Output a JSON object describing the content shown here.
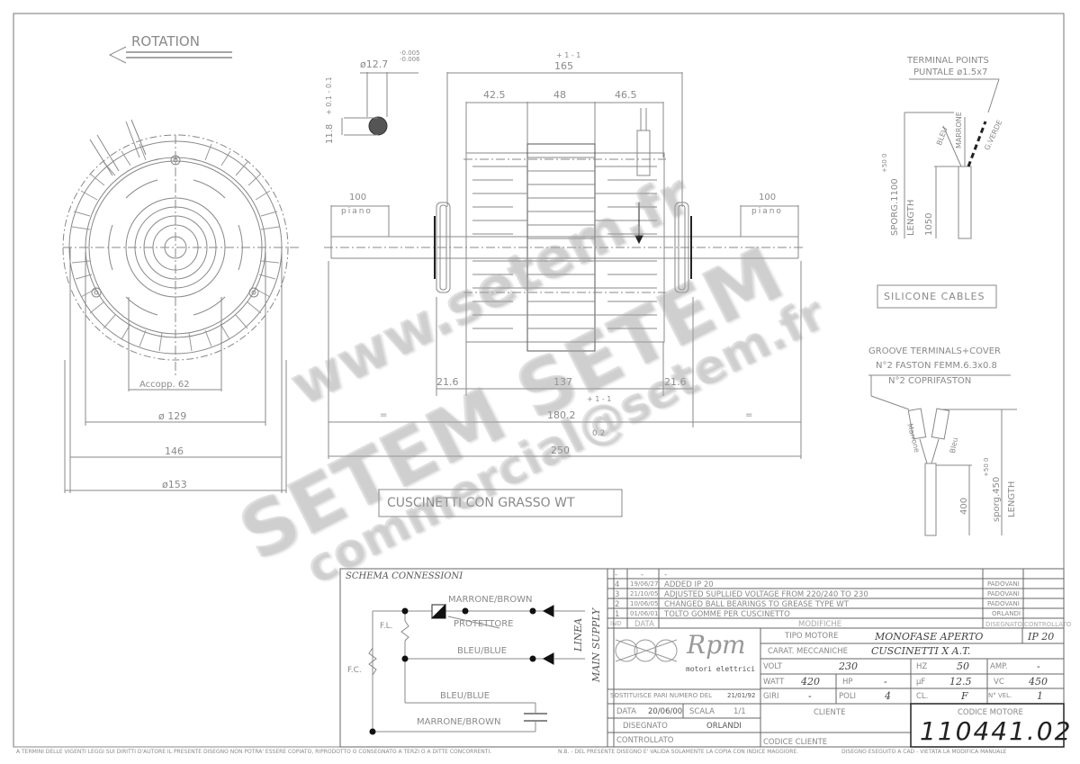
{
  "drawing": {
    "rotation_label": "ROTATION",
    "shaft": {
      "diameter": "ø12.7",
      "diameter_tol_upper": "-0.005",
      "diameter_tol_lower": "-0.006",
      "flat": "11.8",
      "flat_tol": "+ 0.1  - 0.1"
    },
    "dimensions_top": {
      "overall": "165",
      "overall_tol": "+ 1  - 1",
      "seg1": "42.5",
      "seg2": "48",
      "seg3": "46.5"
    },
    "flat_left": {
      "value": "100",
      "label": "piano"
    },
    "flat_right": {
      "value": "100",
      "label": "piano"
    },
    "dimensions_bottom": {
      "left_bearing": "21.6",
      "body": "137",
      "body_tol": "+ 1  - 1",
      "right_bearing": "21.6",
      "between": "180.2",
      "between_tol": "+ 1  - 1",
      "eq_left": "=",
      "eq_right": "=",
      "overall": "250",
      "overall_tol": "0.2"
    },
    "front_view": {
      "accopp": "Accopp. 62",
      "dia_129": "ø 129",
      "width_146": "146",
      "dia_153": "ø153"
    },
    "bearings_note": "CUSCINETTI CON GRASSO WT",
    "cable_top": {
      "title_line1": "TERMINAL POINTS",
      "title_line2": "PUNTALE ø1.5x7",
      "wires": [
        "BLEU",
        "MARRONE",
        "G.VERDE"
      ],
      "sporg": "SPORG.1100",
      "sporg_tol": "+50  0",
      "length_label": "LENGTH",
      "length_value": "1050"
    },
    "silicone_label": "SILICONE CABLES",
    "cable_bottom": {
      "title_line1": "GROOVE TERMINALS+COVER",
      "title_line2": "N°2 FASTON FEMM.6.3x0.8",
      "title_line3": "N°2 COPRIFASTON",
      "wires": [
        "Marrone",
        "Bleu"
      ],
      "value_400": "400",
      "sporg": "sporg.450",
      "sporg_tol": "+50  0",
      "length_label": "LENGTH"
    }
  },
  "schema": {
    "title": "SCHEMA CONNESSIONI",
    "labels": {
      "brown_top": "MARRONE/BROWN",
      "protector": "PROTETTORE",
      "blue_mid": "BLEU/BLUE",
      "blue_low": "BLEU/BLUE",
      "brown_low": "MARRONE/BROWN",
      "fl": "F.L.",
      "fc": "F.C.",
      "linea": "LINEA",
      "main_supply": "MAIN SUPPLY"
    }
  },
  "revisions": {
    "rows": [
      {
        "ind": "-",
        "date": "-",
        "desc": "-",
        "drawn": "-",
        "checked": ""
      },
      {
        "ind": "4",
        "date": "19/06/27",
        "desc": "ADDED IP 20",
        "drawn": "PADOVANI",
        "checked": ""
      },
      {
        "ind": "3",
        "date": "21/10/05",
        "desc": "ADJUSTED SUPLLIED VOLTAGE FROM 220/240 TO 230",
        "drawn": "PADOVANI",
        "checked": ""
      },
      {
        "ind": "2",
        "date": "10/06/05",
        "desc": "CHANGED BALL BEARINGS TO GREASE TYPE WT",
        "drawn": "PADOVANI",
        "checked": ""
      },
      {
        "ind": "1",
        "date": "01/06/01",
        "desc": "TOLTO GOMME PER CUSCINETTO",
        "drawn": "ORLANDI",
        "checked": ""
      }
    ],
    "headers": {
      "ind": "IND",
      "date": "DATA",
      "desc": "MODIFICHE",
      "drawn": "DISEGNATO",
      "checked": "CONTROLLATO"
    }
  },
  "titleblock": {
    "logo_text": "Rpm",
    "logo_sub": "motori elettrici",
    "sostituisce_label": "SOSTITUISCE PARI NUMERO DEL",
    "sostituisce_value": "21/01/92",
    "data_label": "DATA",
    "data_value": "20/06/00",
    "scala_label": "SCALA",
    "scala_value": "1/1",
    "disegnato_label": "DISEGNATO",
    "disegnato_value": "ORLANDI",
    "controllato_label": "CONTROLLATO",
    "tipo_motore_label": "TIPO MOTORE",
    "tipo_motore_value": "MONOFASE APERTO",
    "ip": "IP 20",
    "carat_label": "CARAT. MECCANICHE",
    "carat_value": "CUSCINETTI X A.T.",
    "volt_label": "VOLT",
    "volt_value": "230",
    "hz_label": "HZ",
    "hz_value": "50",
    "amp_label": "AMP.",
    "amp_value": "-",
    "watt_label": "WATT",
    "watt_value": "420",
    "hp_label": "HP",
    "hp_value": "-",
    "uf_label": "µF",
    "uf_value": "12.5",
    "vc_label": "VC",
    "vc_value": "450",
    "giri_label": "GIRI",
    "giri_value": "-",
    "poli_label": "POLI",
    "poli_value": "4",
    "cl_label": "CL.",
    "cl_value": "F",
    "nvel_label": "N° VEL.",
    "nvel_value": "1",
    "cliente_label": "CLIENTE",
    "codice_cliente_label": "CODICE CLIENTE",
    "codice_motore_label": "CODICE MOTORE",
    "codice_motore_value": "110441.02"
  },
  "footer": {
    "left": "A TERMINI DELLE VIGENTI LEGGI SUI DIRITTI D'AUTORE IL PRESENTE DISEGNO NON POTRA' ESSERE COPIATO, RIPRODOTTO O CONSEGNATO A TERZI O A DITTE CONCORRENTI.",
    "middle": "N.B. - DEL PRESENTE DISEGNO E' VALIDA SOLAMENTE LA COPIA CON INDICE MAGGIORE.",
    "right": "DISEGNO ESEGUITO A CAD - VIETATA LA MODIFICA MANUALE"
  },
  "watermark": {
    "line1": "www.setem.fr",
    "line2": "SETEM  SETEM",
    "line3": "commercial@setem.fr"
  }
}
